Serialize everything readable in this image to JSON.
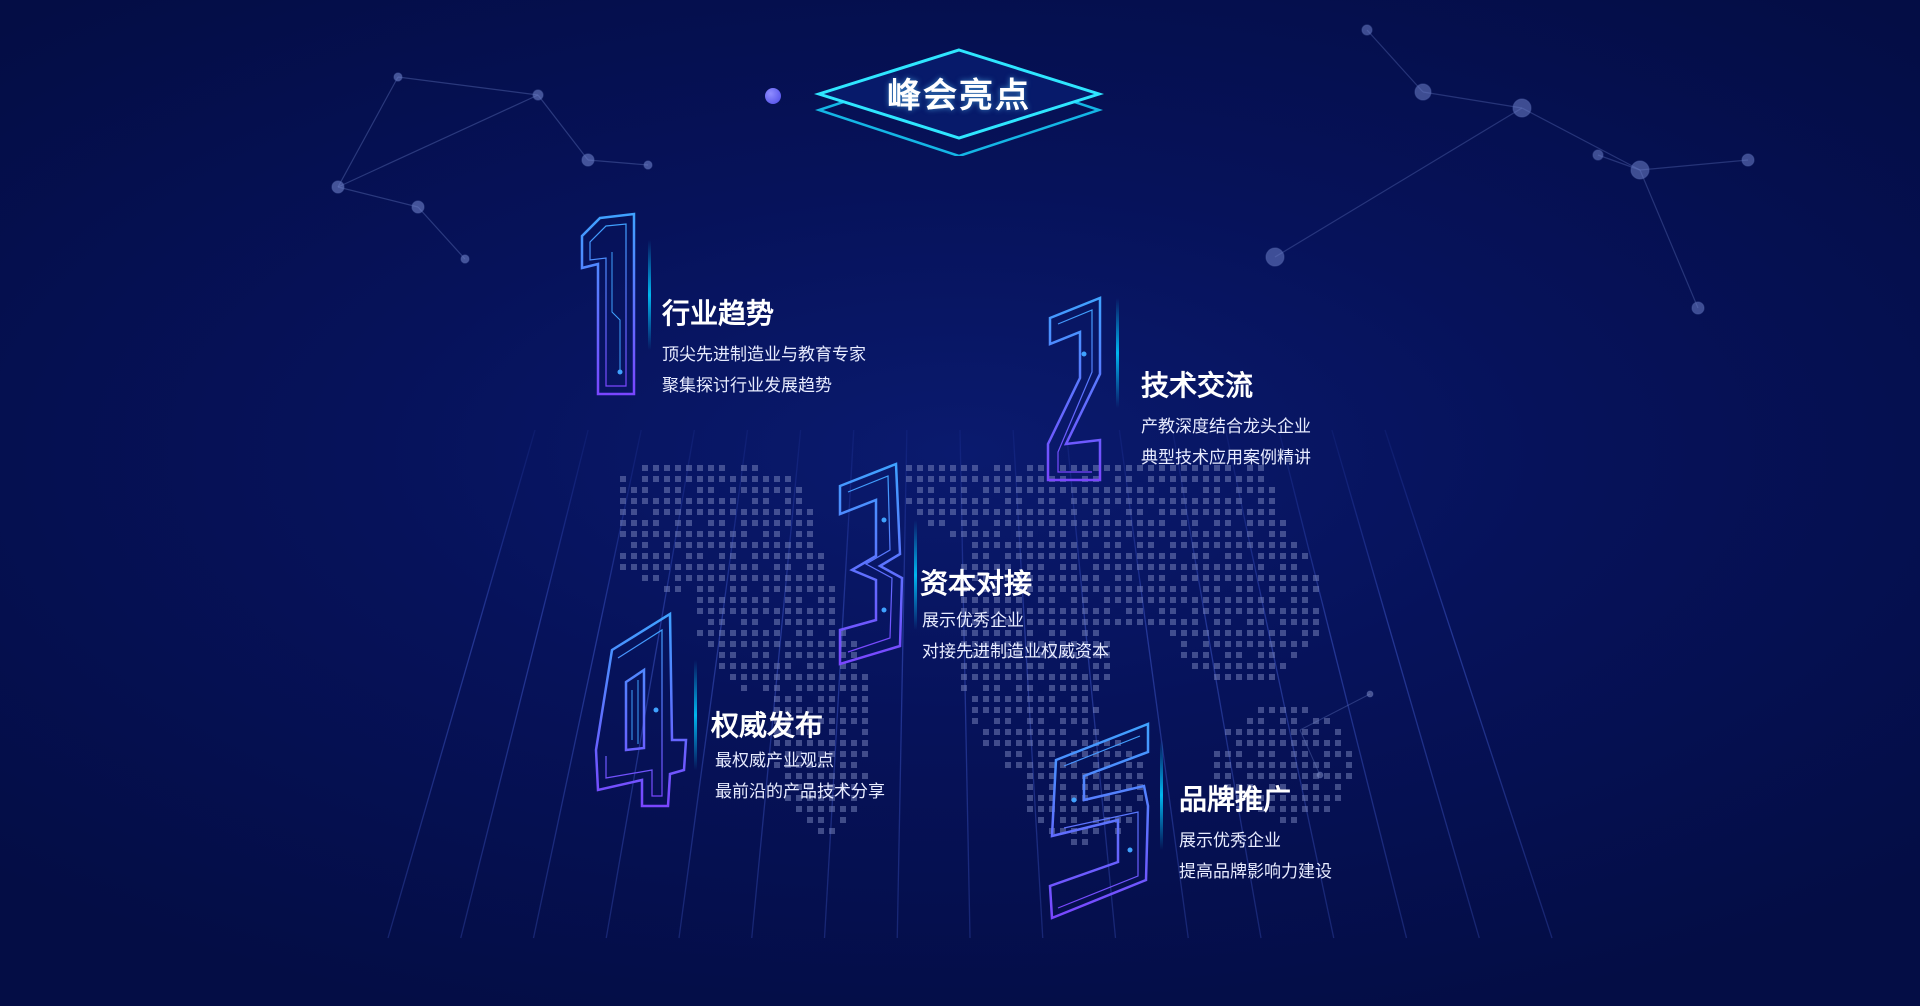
{
  "header": {
    "title": "峰会亮点"
  },
  "items": [
    {
      "number": "1",
      "title": "行业趋势",
      "lines": [
        "顶尖先进制造业与教育专家",
        "聚集探讨行业发展趋势"
      ]
    },
    {
      "number": "2",
      "title": "技术交流",
      "lines": [
        "产教深度结合龙头企业",
        "典型技术应用案例精讲"
      ]
    },
    {
      "number": "3",
      "title": "资本对接",
      "lines": [
        "展示优秀企业",
        "对接先进制造业权威资本"
      ]
    },
    {
      "number": "4",
      "title": "权威发布",
      "lines": [
        "最权威产业观点",
        "最前沿的产品技术分享"
      ]
    },
    {
      "number": "5",
      "title": "品牌推广",
      "lines": [
        "展示优秀企业",
        "提高品牌影响力建设"
      ]
    }
  ],
  "colors": {
    "accent_cyan": "#18d4ff",
    "numeral_blue": "#3a6bff",
    "numeral_purple": "#7a46ff",
    "background": "#06125a"
  }
}
